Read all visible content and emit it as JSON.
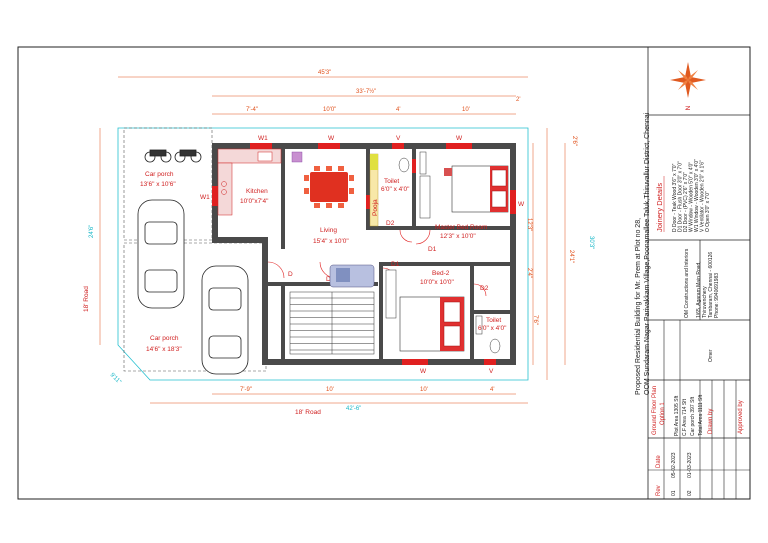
{
  "dims": {
    "overall_top": "45'3\"",
    "top_inner": "33'-7½\"",
    "top_seg1": "7'-4\"",
    "top_seg2": "10'0\"",
    "top_seg3": "4'",
    "top_seg4": "10'",
    "top_right": "2'",
    "right_2": "2'6\"",
    "right_12": "12'3\"",
    "right_24": "24'1\"",
    "right_30": "30'3\"",
    "right_2b": "2'4\"",
    "right_7": "7'6\"",
    "left_24": "24'6\"",
    "left_9": "9'11\"",
    "bottom_seg1": "7'-9\"",
    "bottom_seg2": "10'",
    "bottom_seg3": "10'",
    "bottom_seg4": "4'",
    "bottom_overall": "42'-6\""
  },
  "roads": {
    "left": "18' Road",
    "bottom": "18' Road"
  },
  "rooms": {
    "car_porch_top": "Car porch",
    "car_porch_top_size": "13'6\" x 10'6\"",
    "kitchen": "Kitchen",
    "kitchen_size": "10'0\"x7'4\"",
    "living": "Living",
    "living_size": "15'4\" x 10'0\"",
    "toilet1": "Toilet",
    "toilet1_size": "6'0\" x 4'0\"",
    "master": "Master Bed Room",
    "master_size": "12'3\" x 10'0\"",
    "bed2": "Bed-2",
    "bed2_size": "10'0\"x 10'0\"",
    "toilet2": "Toilet",
    "toilet2_size": "6'0\" x 4'0\"",
    "car_porch_bottom": "Car porch",
    "car_porch_bottom_size": "14'6\" x 18'3\"",
    "pooja": "Pooja"
  },
  "openings": {
    "w1_top": "W1",
    "w_top1": "W",
    "v_top": "V",
    "w_top2": "W",
    "w1_left": "W1",
    "d2_a": "D2",
    "d1_a": "D1",
    "d1_b": "D1",
    "d2_b": "D2",
    "d_main": "D",
    "w_right": "W",
    "w_bottom": "W",
    "v_bottom": "V",
    "d_left": "D"
  },
  "title": {
    "line1": "Proposed Residential Building for Mr. Prem at Plot no 28,",
    "line2": "OOM Sundaram Nagar Parivakkam Village,Poonamallee Taluk,Thiruvallur District, Chennai",
    "company": "OM Constructions and Interiors",
    "addr1": "1/65, Agaram Main Road,",
    "addr2": "Thiruvenchery",
    "addr3": "Tambaram, Chennai - 600126",
    "phone": "Phone: 9940691983"
  },
  "joinery": {
    "heading": "Joinery Details",
    "items": [
      "D   Door - Teak Wood    3'6\" x 7'0\"",
      "D1  Door - Flush Door    3'0\" x 7'0\"",
      "D2  Door - (PVC)           2'6\" x 7'0\"",
      "W   Window - Wooden   5'0\" x 4'0\"",
      "W1  Window - Wooden  3'0\" x 4'0\"",
      "V   Ventilator - Wooden  2'0\" x 1'6\"",
      "O   Open                     3'0\" x 7'0\""
    ]
  },
  "table": {
    "rev": "Rev",
    "date": "Date",
    "plan_title": "Ground Floor Plan",
    "plan_sub": "Option 1",
    "rows": [
      {
        "rev": "01",
        "date": "05-02-2023"
      },
      {
        "rev": "02",
        "date": "01-03-2023"
      }
    ],
    "areas": [
      "Plot Area          1305 Sft",
      "C.F Area            714 Sft",
      "Car porch           397 Sft",
      "Total Area        1111 Sft"
    ],
    "drawn_by": "Drawn by",
    "drawn_by_value": "Omer",
    "approved_by": "Approved by"
  },
  "compass": {
    "north": "N"
  }
}
